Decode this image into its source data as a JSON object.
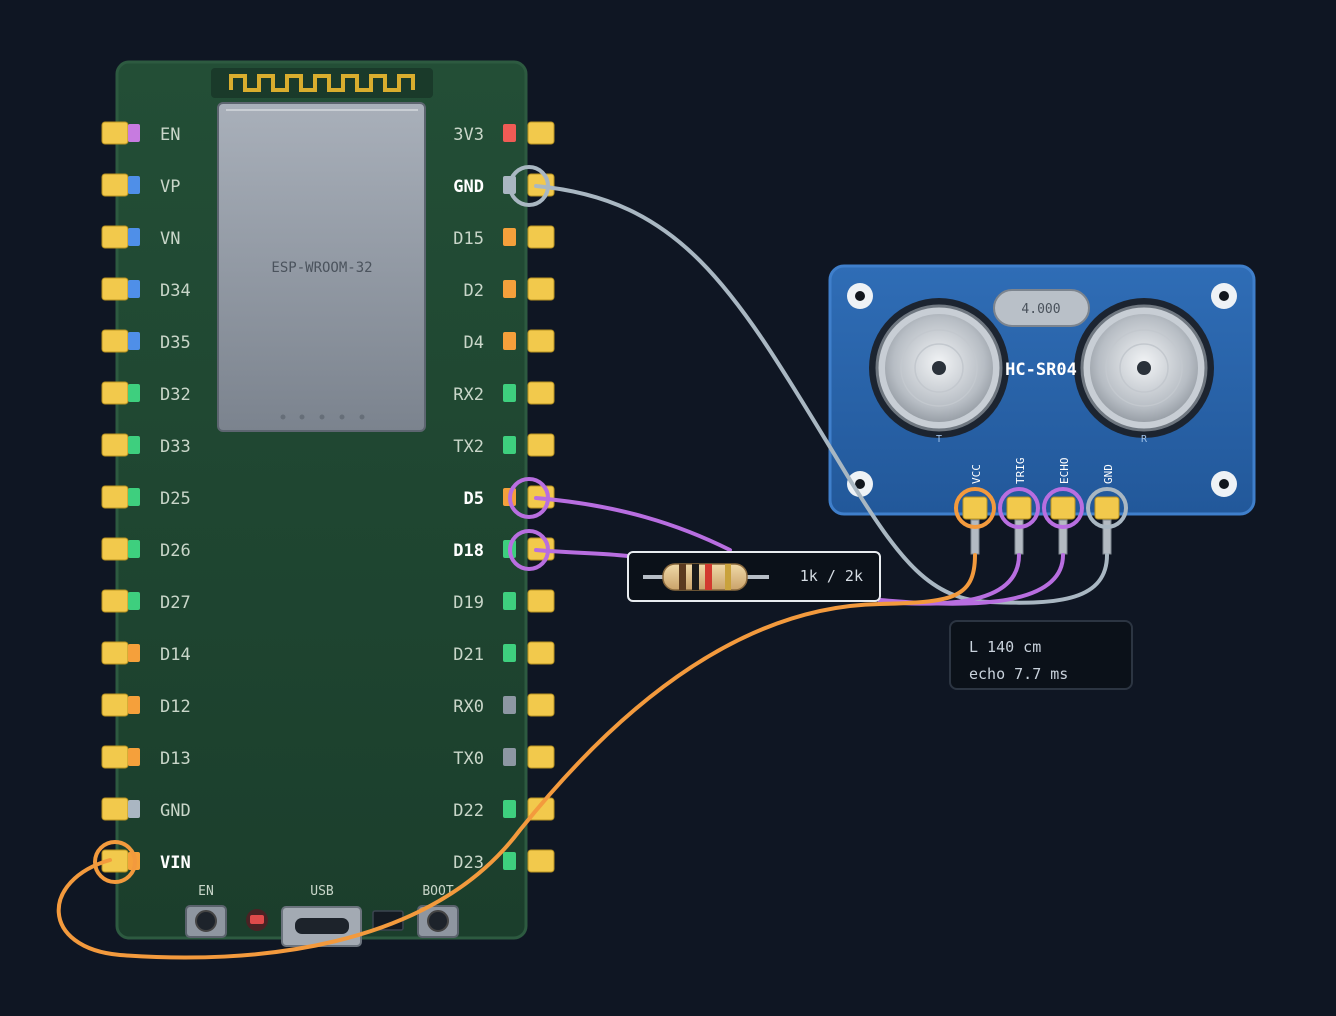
{
  "board": {
    "module_label": "ESP-WROOM-32",
    "left_pins": [
      {
        "label": "EN",
        "color": "#c77be0",
        "bold": false
      },
      {
        "label": "VP",
        "color": "#4f8fe8",
        "bold": false
      },
      {
        "label": "VN",
        "color": "#4f8fe8",
        "bold": false
      },
      {
        "label": "D34",
        "color": "#4f8fe8",
        "bold": false
      },
      {
        "label": "D35",
        "color": "#4f8fe8",
        "bold": false
      },
      {
        "label": "D32",
        "color": "#3ecf7e",
        "bold": false
      },
      {
        "label": "D33",
        "color": "#3ecf7e",
        "bold": false
      },
      {
        "label": "D25",
        "color": "#3ecf7e",
        "bold": false
      },
      {
        "label": "D26",
        "color": "#3ecf7e",
        "bold": false
      },
      {
        "label": "D27",
        "color": "#3ecf7e",
        "bold": false
      },
      {
        "label": "D14",
        "color": "#f5a03b",
        "bold": false
      },
      {
        "label": "D12",
        "color": "#f5a03b",
        "bold": false
      },
      {
        "label": "D13",
        "color": "#f5a03b",
        "bold": false
      },
      {
        "label": "GND",
        "color": "#aab6c2",
        "bold": false
      },
      {
        "label": "VIN",
        "color": "#f5a03b",
        "bold": true
      }
    ],
    "right_pins": [
      {
        "label": "3V3",
        "color": "#ef5b55",
        "bold": false
      },
      {
        "label": "GND",
        "color": "#aab6c2",
        "bold": true
      },
      {
        "label": "D15",
        "color": "#f5a03b",
        "bold": false
      },
      {
        "label": "D2",
        "color": "#f5a03b",
        "bold": false
      },
      {
        "label": "D4",
        "color": "#f5a03b",
        "bold": false
      },
      {
        "label": "RX2",
        "color": "#3ecf7e",
        "bold": false
      },
      {
        "label": "TX2",
        "color": "#3ecf7e",
        "bold": false
      },
      {
        "label": "D5",
        "color": "#f5a03b",
        "bold": true
      },
      {
        "label": "D18",
        "color": "#3ecf7e",
        "bold": true
      },
      {
        "label": "D19",
        "color": "#3ecf7e",
        "bold": false
      },
      {
        "label": "D21",
        "color": "#3ecf7e",
        "bold": false
      },
      {
        "label": "RX0",
        "color": "#8d97a3",
        "bold": false
      },
      {
        "label": "TX0",
        "color": "#8d97a3",
        "bold": false
      },
      {
        "label": "D22",
        "color": "#3ecf7e",
        "bold": false
      },
      {
        "label": "D23",
        "color": "#3ecf7e",
        "bold": false
      }
    ],
    "bottom_labels": {
      "en": "EN",
      "usb": "USB",
      "boot": "BOOT"
    }
  },
  "sensor": {
    "name": "HC-SR04",
    "crystal": "4.000",
    "transmitter_mark": "T",
    "receiver_mark": "R",
    "pins": [
      "VCC",
      "TRIG",
      "ECHO",
      "GND"
    ]
  },
  "resistor": {
    "label": "1k / 2k"
  },
  "readout": {
    "line1": "L 140 cm",
    "line2": "echo 7.7 ms"
  },
  "colors": {
    "wire_gnd": "#a9b7c2",
    "wire_signal": "#b86ee0",
    "wire_power": "#f39a3d",
    "pad": "#f2c94c",
    "board": "#1f4a32",
    "sensor": "#2a64ad"
  }
}
